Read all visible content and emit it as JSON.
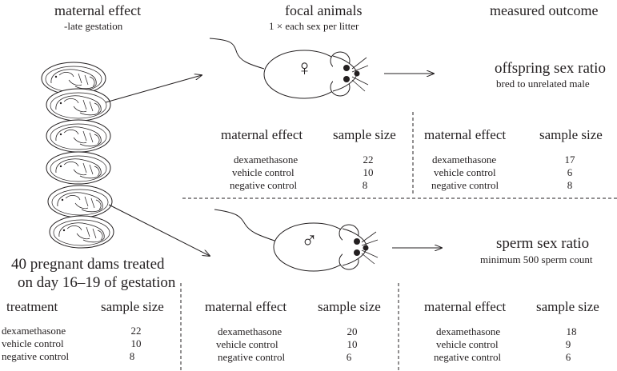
{
  "headers": {
    "maternal_effect": "maternal effect",
    "late_gestation": "-late gestation",
    "focal_animals": "focal animals",
    "per_litter": "1 × each sex per litter",
    "measured_outcome": "measured outcome"
  },
  "female_outcome": {
    "title": "offspring sex ratio",
    "subtitle": "bred to unrelated male"
  },
  "male_outcome": {
    "title": "sperm sex ratio",
    "subtitle": "minimum 500 sperm count"
  },
  "dams": {
    "line1": "40 pregnant dams treated",
    "line2": "on day 16–19 of gestation"
  },
  "symbols": {
    "female": "♀",
    "male": "♂"
  },
  "tables": {
    "treatment": {
      "col1": "treatment",
      "col2": "sample size",
      "rows": [
        {
          "label": "dexamethasone",
          "value": "22"
        },
        {
          "label": "vehicle control",
          "value": "10"
        },
        {
          "label": "negative control",
          "value": "8"
        }
      ]
    },
    "female_focal": {
      "col1": "maternal effect",
      "col2": "sample size",
      "rows": [
        {
          "label": "dexamethasone",
          "value": "22"
        },
        {
          "label": "vehicle control",
          "value": "10"
        },
        {
          "label": "negative control",
          "value": "8"
        }
      ]
    },
    "female_outcome": {
      "col1": "maternal effect",
      "col2": "sample size",
      "rows": [
        {
          "label": "dexamethasone",
          "value": "17"
        },
        {
          "label": "vehicle control",
          "value": "6"
        },
        {
          "label": "negative control",
          "value": "8"
        }
      ]
    },
    "male_focal": {
      "col1": "maternal effect",
      "col2": "sample size",
      "rows": [
        {
          "label": "dexamethasone",
          "value": "20"
        },
        {
          "label": "vehicle control",
          "value": "10"
        },
        {
          "label": "negative control",
          "value": "6"
        }
      ]
    },
    "male_outcome": {
      "col1": "maternal effect",
      "col2": "sample size",
      "rows": [
        {
          "label": "dexamethasone",
          "value": "18"
        },
        {
          "label": "vehicle control",
          "value": "9"
        },
        {
          "label": "negative control",
          "value": "6"
        }
      ]
    }
  }
}
